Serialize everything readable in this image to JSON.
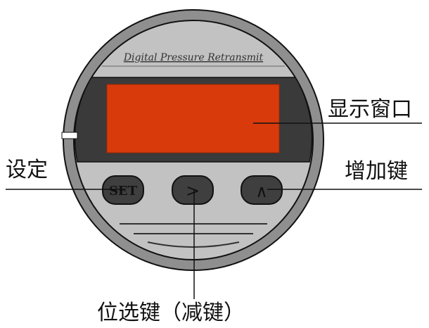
{
  "device": {
    "brand_text": "Digital Pressure Retransmit",
    "colors": {
      "outer_ring": "#8f8f8f",
      "face": "#c2c2c2",
      "panel": "#3a3a3a",
      "display": "#d83a0c",
      "key": "#3f3f3f",
      "outline": "#111111"
    }
  },
  "keys": {
    "set": "SET",
    "shift": ">",
    "increase": "∧"
  },
  "callouts": {
    "display_window": "显示窗口",
    "set": "设定",
    "increase": "增加键",
    "shift_decrease": "位选键（减键）"
  }
}
